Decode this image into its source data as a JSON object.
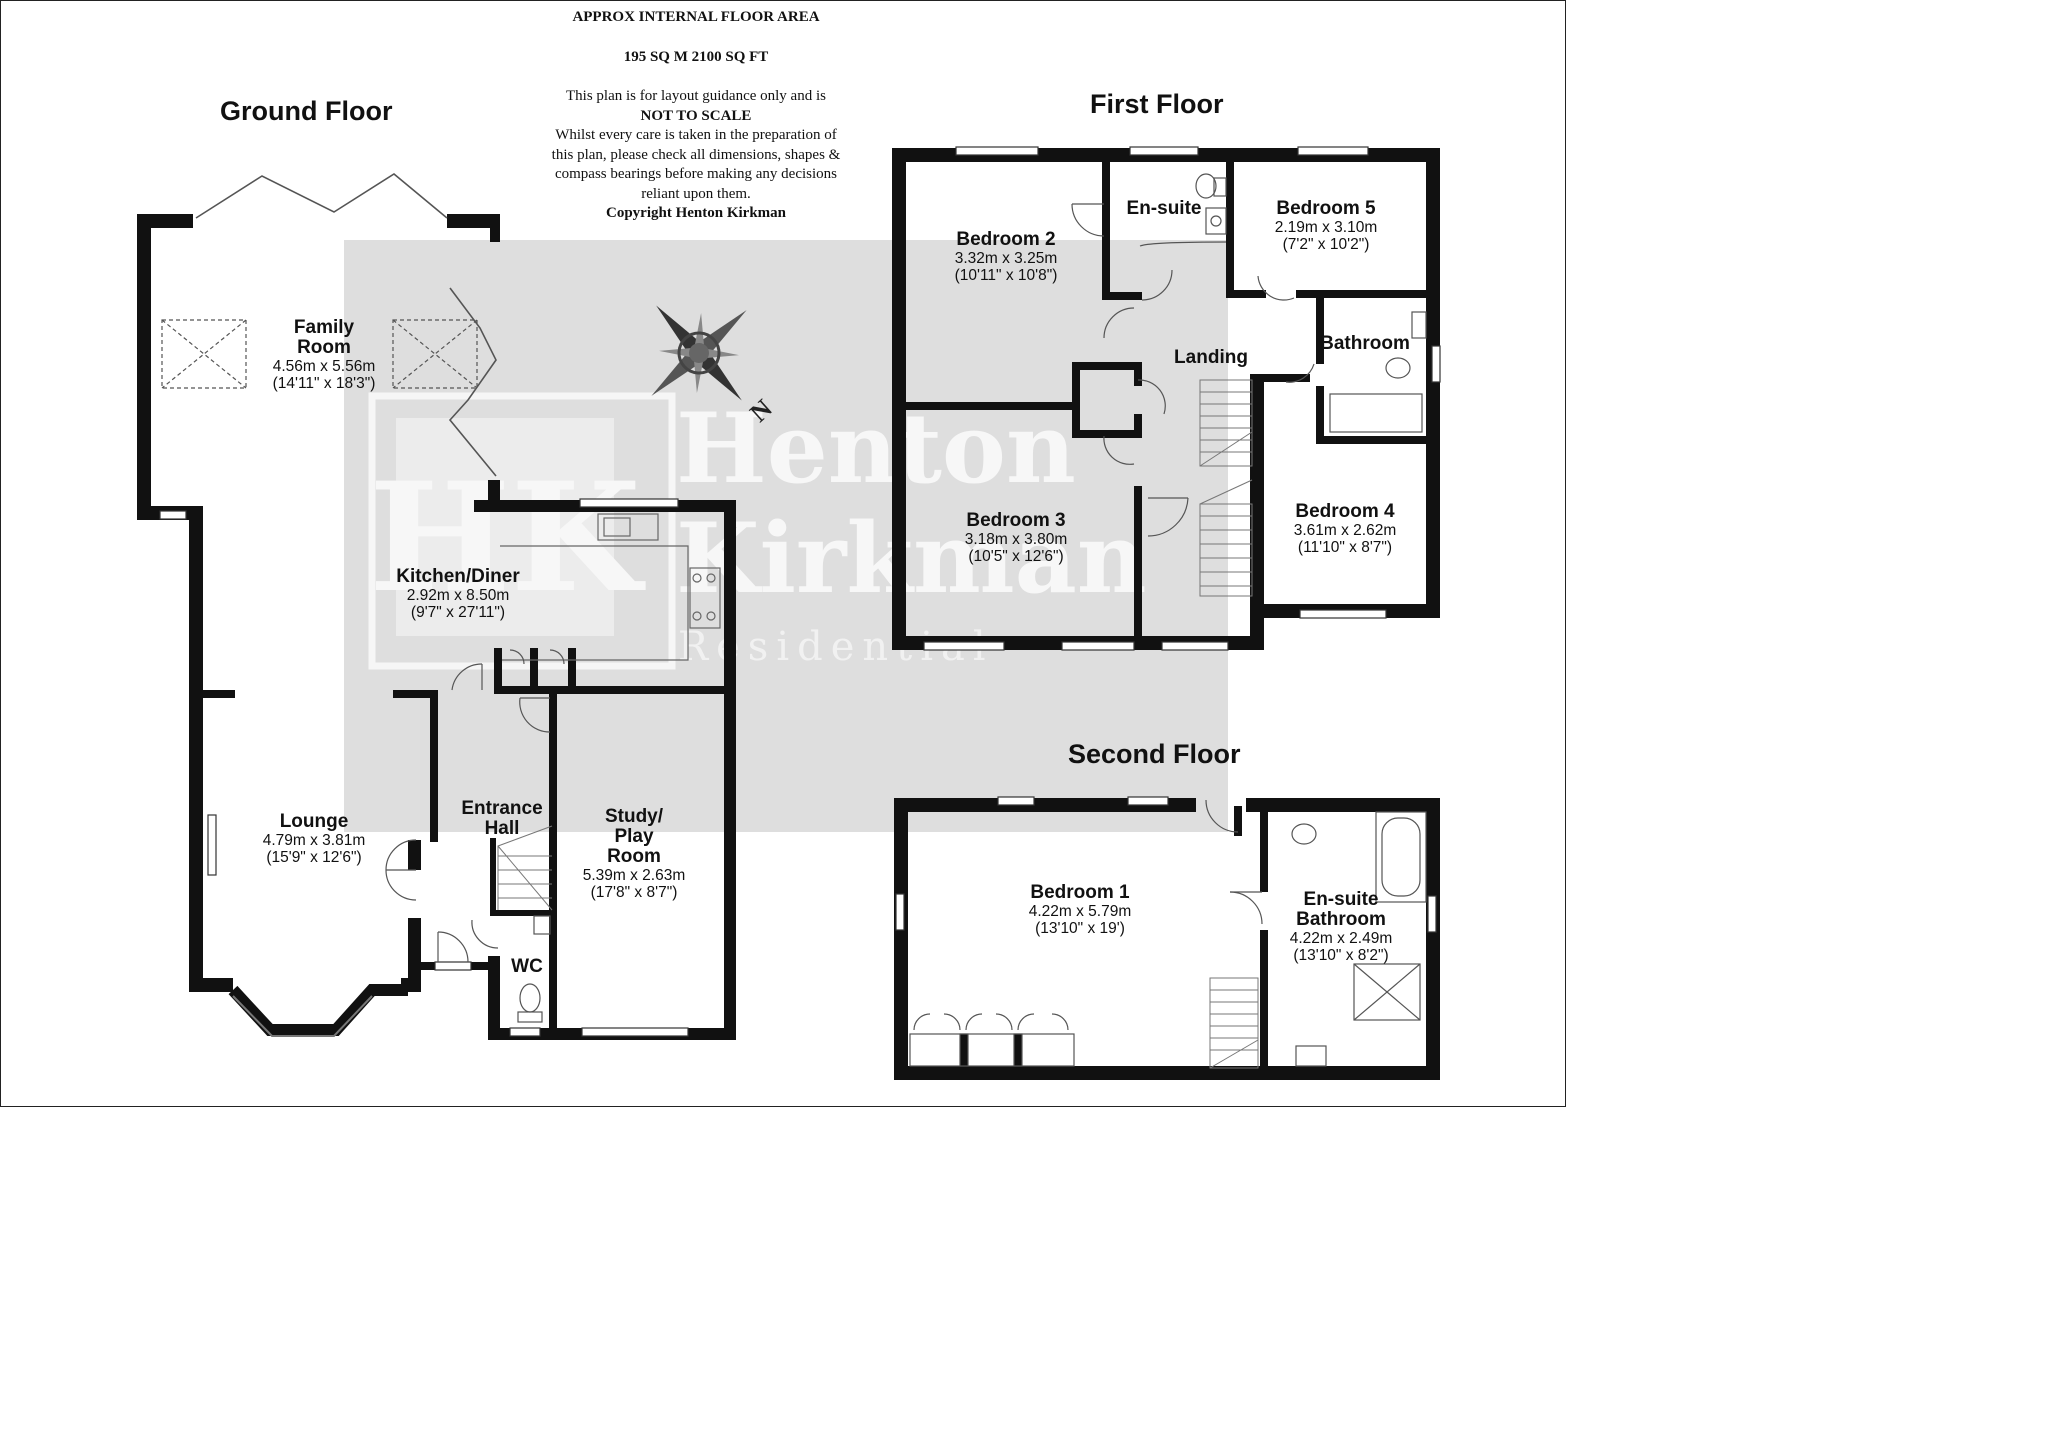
{
  "disclaimer": {
    "area_title": "APPROX INTERNAL FLOOR AREA",
    "area_value": "195 SQ M 2100 SQ FT",
    "line1": "This plan is for layout guidance only and is",
    "line2": "NOT TO SCALE",
    "line3": "Whilst every care is taken in the preparation of",
    "line4": "this plan, please check all dimensions, shapes &",
    "line5": "compass bearings before making any decisions",
    "line6": "reliant upon them.",
    "copyright": "Copyright Henton Kirkman"
  },
  "watermark": {
    "logo_letters": "HK",
    "line1": "Henton",
    "line2": "Kirkman",
    "line3": "Residential"
  },
  "compass": {
    "north_label": "N"
  },
  "floors": {
    "ground": "Ground Floor",
    "first": "First Floor",
    "second": "Second Floor"
  },
  "rooms": {
    "family": {
      "name1": "Family",
      "name2": "Room",
      "metric": "4.56m x 5.56m",
      "imperial": "(14'11\" x 18'3\")"
    },
    "kitchen": {
      "name": "Kitchen/Diner",
      "metric": "2.92m x 8.50m",
      "imperial": "(9'7\" x 27'11\")"
    },
    "lounge": {
      "name": "Lounge",
      "metric": "4.79m x 3.81m",
      "imperial": "(15'9\" x 12'6\")"
    },
    "entrance": {
      "name1": "Entrance",
      "name2": "Hall"
    },
    "study": {
      "name1": "Study/",
      "name2": "Play",
      "name3": "Room",
      "metric": "5.39m x 2.63m",
      "imperial": "(17'8\" x 8'7\")"
    },
    "wc": {
      "name": "WC"
    },
    "bedroom2": {
      "name": "Bedroom 2",
      "metric": "3.32m x 3.25m",
      "imperial": "(10'11\" x 10'8\")"
    },
    "ensuite1": {
      "name": "En-suite"
    },
    "bedroom5": {
      "name": "Bedroom 5",
      "metric": "2.19m x 3.10m",
      "imperial": "(7'2\" x 10'2\")"
    },
    "landing": {
      "name": "Landing"
    },
    "bathroom": {
      "name": "Bathroom"
    },
    "bedroom3": {
      "name": "Bedroom 3",
      "metric": "3.18m x 3.80m",
      "imperial": "(10'5\" x 12'6\")"
    },
    "bedroom4": {
      "name": "Bedroom 4",
      "metric": "3.61m x 2.62m",
      "imperial": "(11'10\" x 8'7\")"
    },
    "bedroom1": {
      "name": "Bedroom 1",
      "metric": "4.22m x 5.79m",
      "imperial": "(13'10\" x 19')"
    },
    "ensuite2": {
      "name1": "En-suite",
      "name2": "Bathroom",
      "metric": "4.22m x 2.49m",
      "imperial": "(13'10\" x 8'2\")"
    }
  }
}
